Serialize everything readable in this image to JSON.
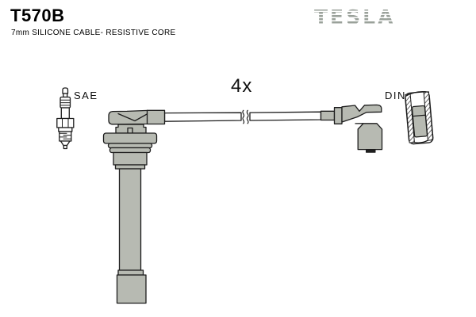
{
  "header": {
    "part_number": "T570B",
    "description": "7mm SILICONE CABLE- RESISTIVE CORE"
  },
  "brand": {
    "name": "TESLA"
  },
  "diagram": {
    "quantity_label": "4x",
    "plug_end_label": "SAE",
    "distributor_end_label": "DIN",
    "parts": {
      "spark_plug": "spark-plug",
      "plug_boot": "spark-plug-boot",
      "cable": "ignition-cable-with-break",
      "distributor_boot": "distributor-end-boot",
      "terminal_section": "din-terminal-cross-section"
    }
  },
  "colors": {
    "component_fill": "#b7bab2",
    "outline": "#1c1c1c",
    "brand_gray": "#9aa19a",
    "terminal_dark": "#1f1f1f",
    "white": "#ffffff"
  }
}
